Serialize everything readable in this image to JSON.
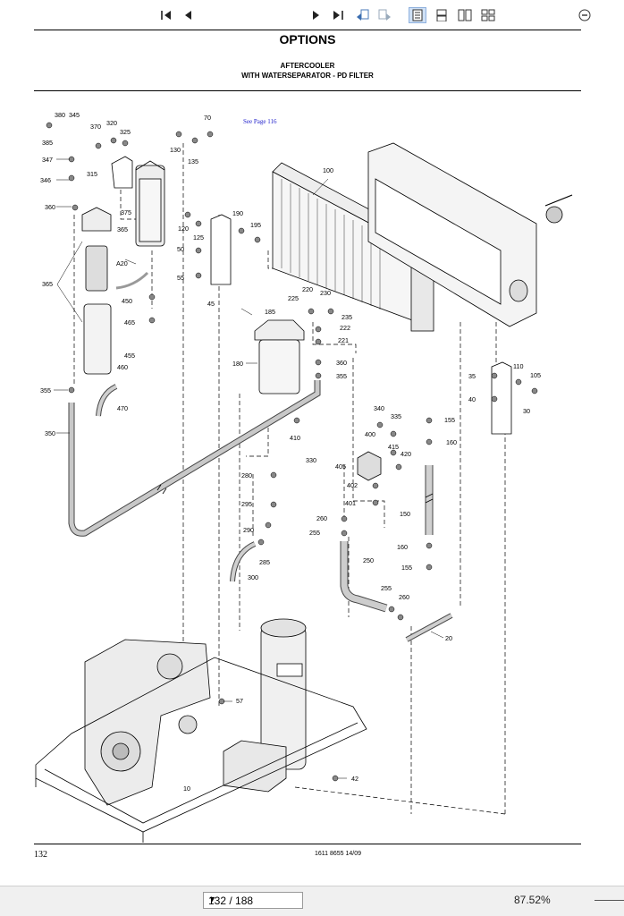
{
  "page": {
    "title": "OPTIONS",
    "subtitle1": "AFTERCOOLER",
    "subtitle2": "WITH WATERSEPARATOR - PD FILTER",
    "page_number": "132",
    "doc_ref": "1611 8655 14/09"
  },
  "diagram": {
    "link_text": "See Page 116",
    "callouts": [
      "385",
      "380",
      "345",
      "370",
      "320",
      "325",
      "347",
      "315",
      "346",
      "360",
      "375",
      "365",
      "A20",
      "365",
      "450",
      "465",
      "455",
      "460",
      "355",
      "470",
      "350",
      "130",
      "135",
      "70",
      "100",
      "120",
      "125",
      "50",
      "55",
      "45",
      "190",
      "195",
      "225",
      "220",
      "230",
      "235",
      "185",
      "222",
      "221",
      "180",
      "360",
      "355",
      "35",
      "110",
      "105",
      "40",
      "30",
      "410",
      "340",
      "335",
      "155",
      "330",
      "400",
      "415",
      "405",
      "420",
      "160",
      "280",
      "402",
      "401",
      "295",
      "260",
      "255",
      "150",
      "290",
      "285",
      "250",
      "160",
      "155",
      "300",
      "255",
      "260",
      "20",
      "57",
      "10",
      "42"
    ]
  },
  "toolbar": {
    "page_field": "132 / 188",
    "zoom": "87.52%",
    "icons": [
      "first-page-icon",
      "previous-page-icon",
      "next-page-icon",
      "last-page-icon",
      "go-back-icon",
      "go-forward-icon",
      "single-page-icon",
      "continuous-icon",
      "two-page-icon",
      "two-page-continuous-icon",
      "zoom-out-icon"
    ]
  }
}
